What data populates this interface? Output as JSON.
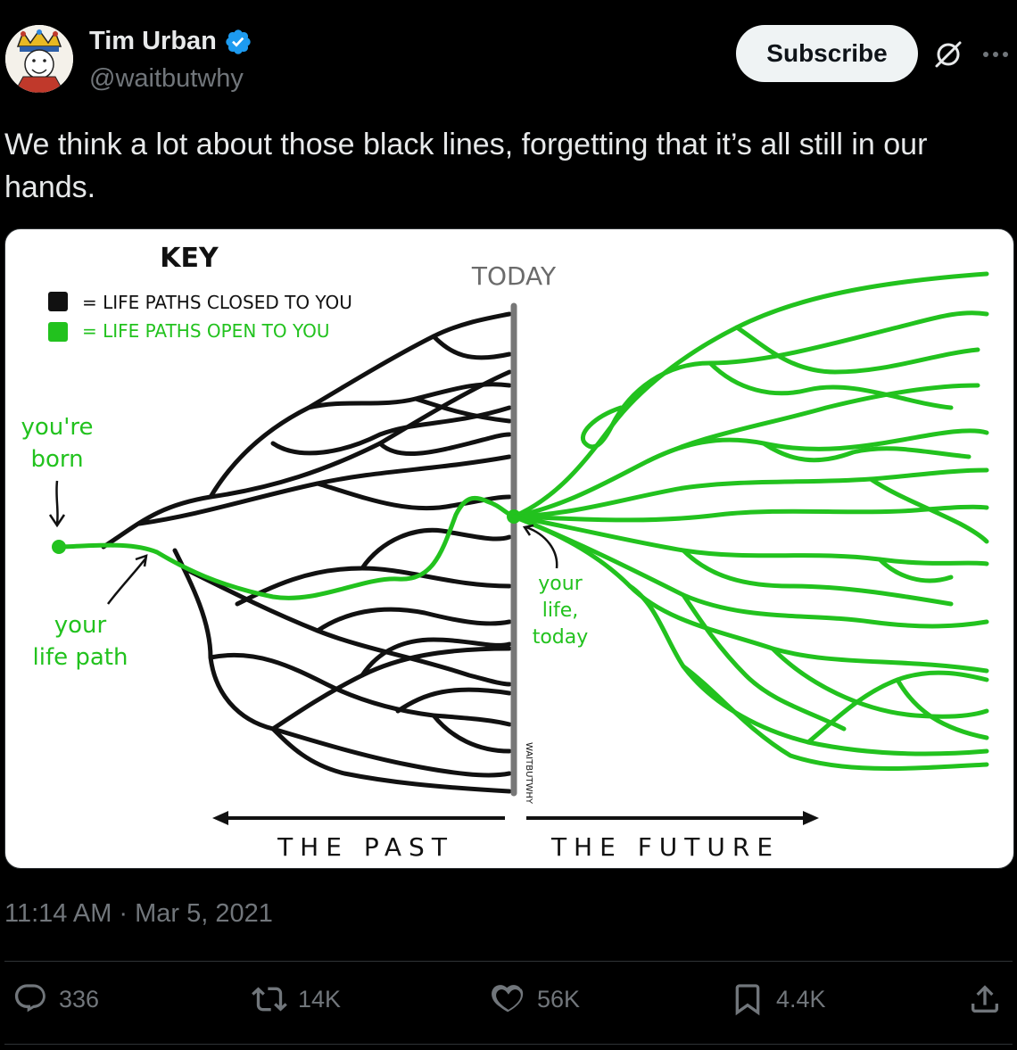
{
  "author": {
    "name": "Tim Urban",
    "handle": "@waitbutwhy"
  },
  "header": {
    "subscribe_label": "Subscribe"
  },
  "tweet": {
    "text": "We think a lot about those black lines, forgetting that it’s all still in our hands.",
    "timestamp": "11:14 AM · Mar 5, 2021"
  },
  "image": {
    "key_title": "KEY",
    "key_closed": "= LIFE PATHS CLOSED TO YOU",
    "key_open": "= LIFE PATHS OPEN TO YOU",
    "today": "TODAY",
    "born_line1": "you're",
    "born_line2": "born",
    "path_line1": "your",
    "path_line2": "life path",
    "today_line1": "your",
    "today_line2": "life,",
    "today_line3": "today",
    "past": "THE PAST",
    "future": "THE FUTURE",
    "signature": "WAITBUTWHY"
  },
  "actions": {
    "replies": "336",
    "reposts": "14K",
    "likes": "56K",
    "bookmarks": "4.4K"
  },
  "colors": {
    "background": "#000000",
    "text": "#e7e9ea",
    "muted": "#71767b",
    "verified": "#1d9bf0",
    "green_path": "#22c21e",
    "black_path": "#111111"
  }
}
